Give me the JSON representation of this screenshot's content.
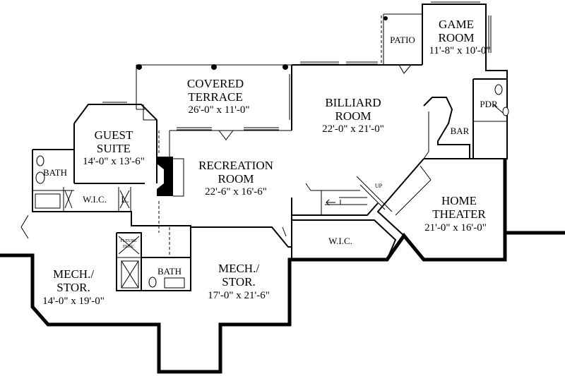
{
  "rooms": {
    "game_room": {
      "name_1": "GAME",
      "name_2": "ROOM",
      "dims": "11'-8\" x 10'-0\""
    },
    "patio": {
      "name": "PATIO"
    },
    "covered_terrace": {
      "name_1": "COVERED",
      "name_2": "TERRACE",
      "dims": "26'-0\" x 11'-0\""
    },
    "billiard_room": {
      "name_1": "BILLIARD",
      "name_2": "ROOM",
      "dims": "22'-0\" x 21'-0\""
    },
    "pdr": {
      "name": "PDR"
    },
    "bar": {
      "name": "BAR"
    },
    "guest_suite": {
      "name_1": "GUEST",
      "name_2": "SUITE",
      "dims": "14'-0\" x 13'-6\""
    },
    "guest_bath": {
      "name": "BATH"
    },
    "guest_wic": {
      "name": "W.I.C."
    },
    "linen": {
      "name": "L."
    },
    "recreation_room": {
      "name_1": "RECREATION",
      "name_2": "ROOM",
      "dims": "22'-6\" x 16'-6\""
    },
    "stair": {
      "label": "UP"
    },
    "home_theater": {
      "name_1": "HOME",
      "name_2": "THEATER",
      "dims": "21'-0\" x 16'-0\""
    },
    "hall_wic": {
      "name": "W.I.C."
    },
    "future_elev": {
      "line_1": "FUTURE",
      "line_2": "ELEV."
    },
    "lower_bath": {
      "name": "BATH"
    },
    "mech_stor_left": {
      "name_1": "MECH./",
      "name_2": "STOR.",
      "dims": "14'-0\" x 19'-0\""
    },
    "mech_stor_right": {
      "name_1": "MECH./",
      "name_2": "STOR.",
      "dims": "17'-0\" x 21'-6\""
    }
  }
}
